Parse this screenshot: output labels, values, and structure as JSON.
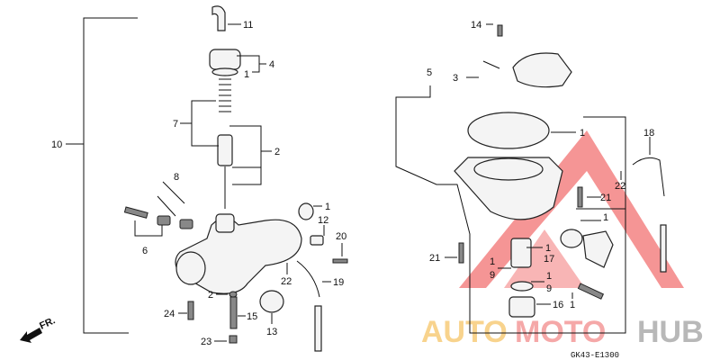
{
  "diagram": {
    "left_labels": [
      "11",
      "4",
      "1",
      "7",
      "2",
      "10",
      "8",
      "6",
      "1",
      "12",
      "20",
      "22",
      "19",
      "2",
      "24",
      "15",
      "13",
      "23"
    ],
    "right_labels": [
      "14",
      "3",
      "5",
      "1",
      "18",
      "22",
      "21",
      "1",
      "21",
      "1",
      "17",
      "1",
      "9",
      "1",
      "9",
      "16",
      "1"
    ],
    "direction_label": "FR.",
    "figure_code": "GK43-E1300"
  },
  "watermark": {
    "text_part1": "AUTO",
    "text_part2": "MOTO",
    "text_part3": "HUB",
    "colors": {
      "auto": "#f5b642",
      "moto": "#f07070",
      "hub": "#8a8a8a",
      "triangle": "#f05050"
    }
  }
}
